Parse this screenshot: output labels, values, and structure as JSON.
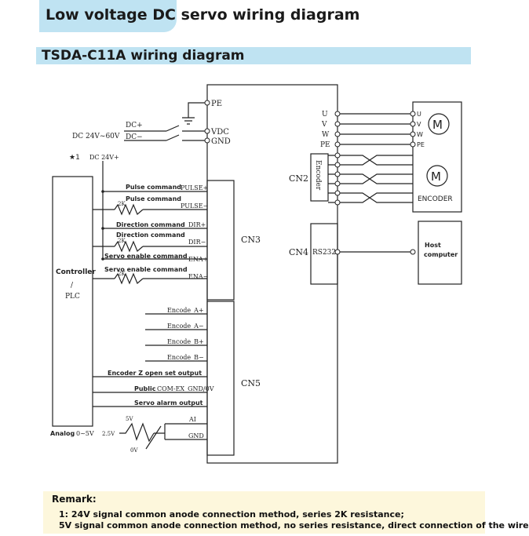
{
  "header": {
    "title": "Low voltage DC servo wiring diagram"
  },
  "section": {
    "title": "TSDA-C11A wiring diagram"
  },
  "diagram": {
    "power": {
      "pe": "PE",
      "vdc": "VDC",
      "gnd": "GND",
      "dc_plus": "DC+",
      "dc_minus": "DC−",
      "supply": "DC 24V~60V"
    },
    "note": {
      "star": "★1",
      "dc24": "DC 24V+"
    },
    "controller": {
      "line1": "Controller",
      "line2": "/",
      "line3": "PLC"
    },
    "resistor": "2K",
    "signals": {
      "pulse_cmd": "Pulse command",
      "pulse_plus": "PULSE+",
      "pulse_minus": "PULSE−",
      "dir_cmd": "Direction command",
      "dir_plus": "DIR+",
      "dir_minus": "DIR−",
      "ena_cmd": "Servo enable command",
      "ena_plus": "ENA+",
      "ena_minus": "ENA−"
    },
    "encoder_signals": {
      "a_plus": "Encode_A+",
      "a_minus": "Encode_A−",
      "b_plus": "Encode_B+",
      "b_minus": "Encode_B−",
      "z_out": "Encoder Z open set output",
      "public_label": "Public",
      "public_value": "COM-EX_GND/0V",
      "alarm": "Servo alarm output",
      "ai": "AI",
      "gnd": "GND"
    },
    "analog": {
      "label": "Analog",
      "range": "0~5V",
      "mid": "2.5V",
      "top": "5V",
      "bottom": "0V"
    },
    "connectors": {
      "cn2": "CN2",
      "cn3": "CN3",
      "cn4": "CN4",
      "cn5": "CN5",
      "encoder": "Encoder",
      "rs232": "RS232"
    },
    "motor": {
      "u": "U",
      "v": "V",
      "w": "W",
      "pe": "PE",
      "m": "M",
      "encoder": "ENCODER"
    },
    "host": {
      "line1": "Host",
      "line2": "computer"
    }
  },
  "remark": {
    "title": "Remark:",
    "line1": "1: 24V signal common anode connection method, series 2K resistance;",
    "line2": "5V signal common anode connection method, no series resistance, direct connection of the wire"
  }
}
